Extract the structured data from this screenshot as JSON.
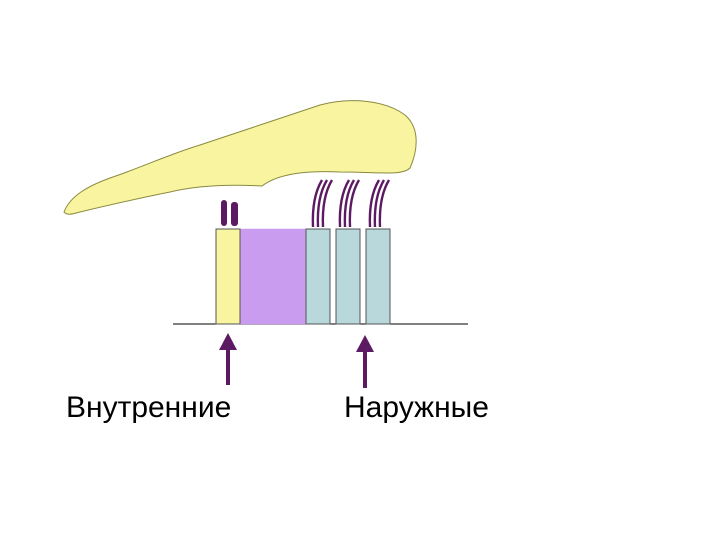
{
  "labels": {
    "inner": "Внутренние",
    "outer": "Наружные"
  },
  "colors": {
    "background": "#ffffff",
    "hair_cell_body": "#f8f4a0",
    "hair_cell_stroke": "#8a8a40",
    "inner_hair_cell": "#f8f4a0",
    "supporting_cell": "#c99cf0",
    "outer_hair_cell": "#b8d8dc",
    "cell_stroke": "#555555",
    "stereocilia": "#5c1a62",
    "arrow": "#5c1a62",
    "baseline": "#000000"
  },
  "icons": {
    "tectorial_membrane": "tectorial-membrane-shape",
    "arrow_inner": "arrow-up",
    "arrow_outer": "arrow-up"
  }
}
